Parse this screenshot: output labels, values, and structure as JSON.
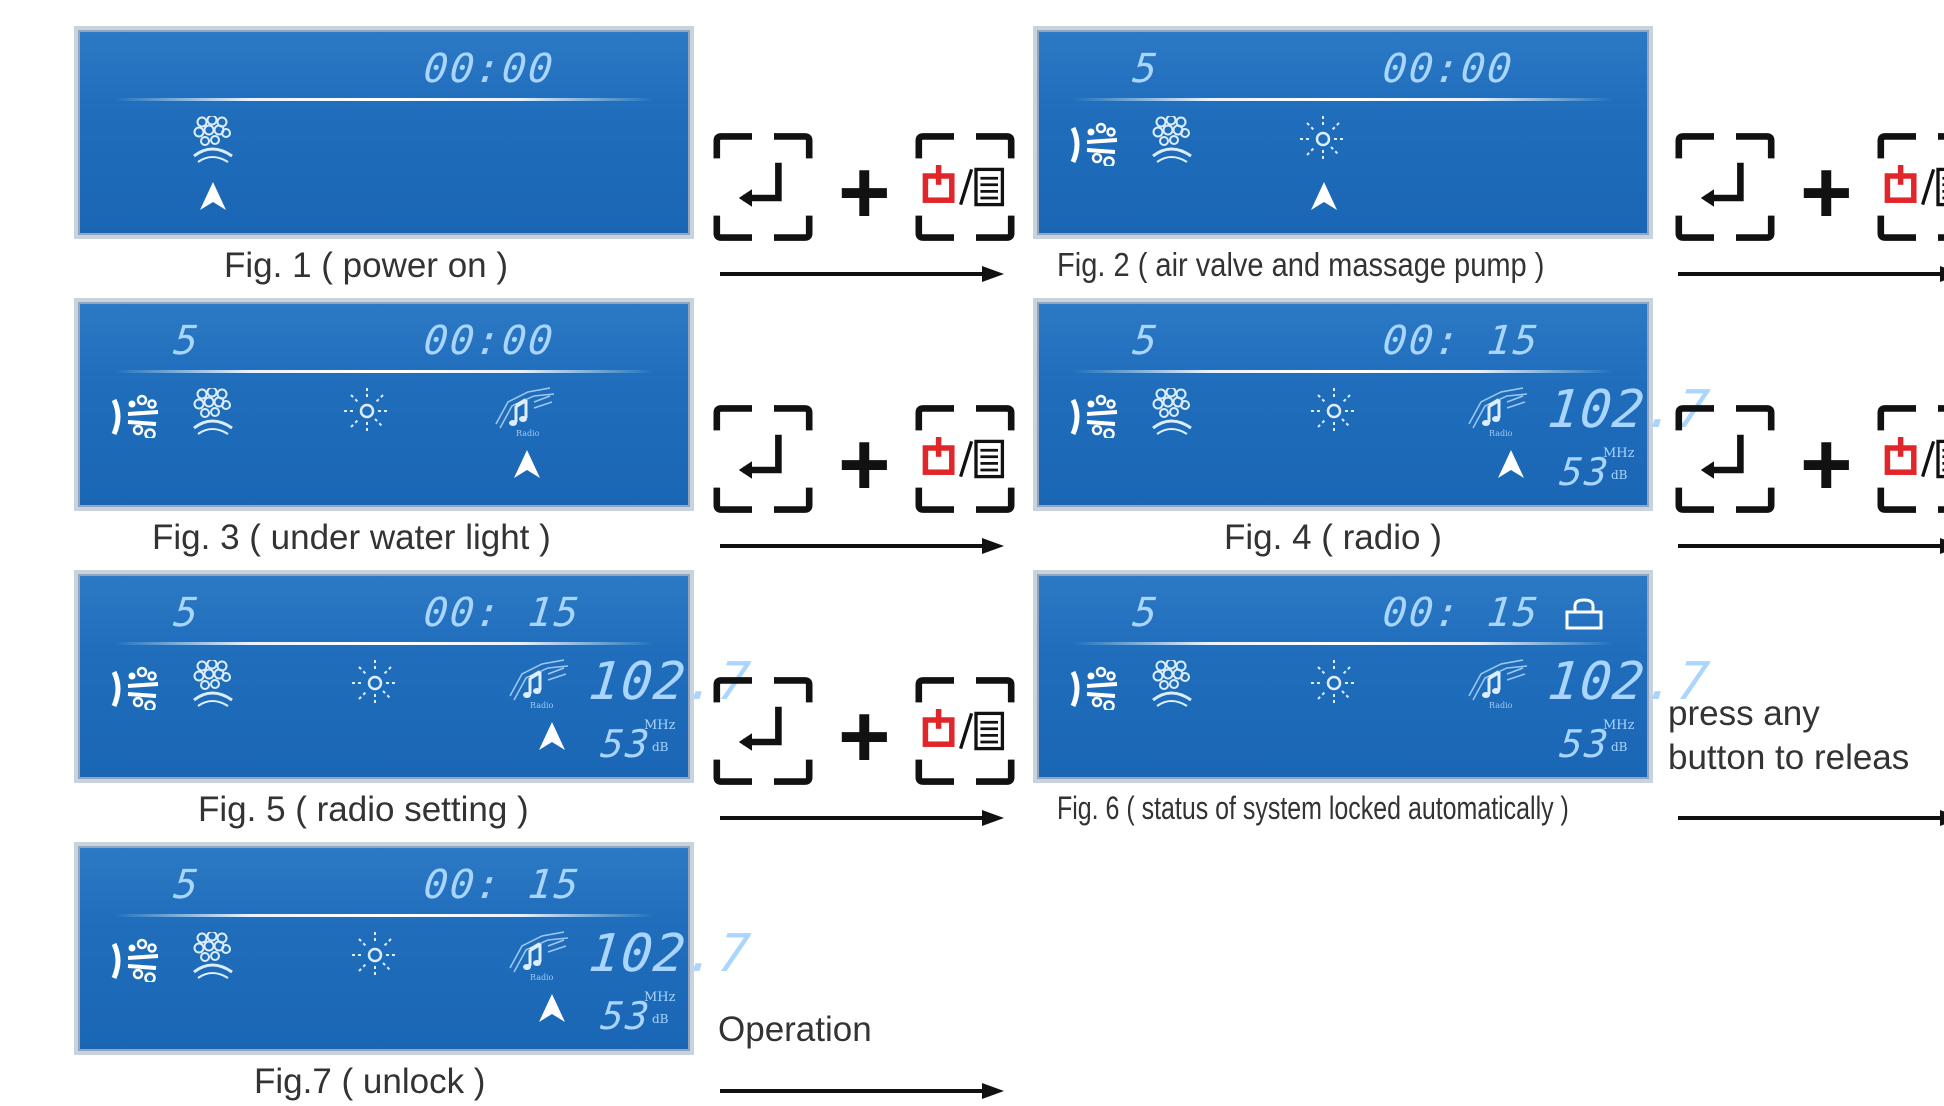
{
  "figures": [
    {
      "caption": "Fig. 1 ( power on )",
      "number": "",
      "time": "00:00",
      "freq": "",
      "freq_unit": "",
      "volume": "",
      "volume_unit": ""
    },
    {
      "caption": "Fig. 2 ( air valve and massage pump )",
      "number": "5",
      "time": "00:00",
      "freq": "",
      "freq_unit": "",
      "volume": "",
      "volume_unit": ""
    },
    {
      "caption": "Fig. 3  ( under water light )",
      "number": "5",
      "time": "00:00",
      "freq": "",
      "freq_unit": "",
      "volume": "",
      "volume_unit": ""
    },
    {
      "caption": "Fig. 4 ( radio )",
      "number": "5",
      "time": "00: 15",
      "freq": "102.7",
      "freq_unit": "MHz",
      "volume": "53",
      "volume_unit": "dB"
    },
    {
      "caption": "Fig. 5 ( radio setting )",
      "number": "5",
      "time": "00: 15",
      "freq": "102.7",
      "freq_unit": "MHz",
      "volume": "53",
      "volume_unit": "dB"
    },
    {
      "caption": "Fig. 6 ( status of system locked automatically )",
      "number": "5",
      "time": "00: 15",
      "freq": "102.7",
      "freq_unit": "MHz",
      "volume": "53",
      "volume_unit": "dB"
    },
    {
      "caption": "Fig.7 ( unlock )",
      "number": "5",
      "time": "00: 15",
      "freq": "102.7",
      "freq_unit": "MHz",
      "volume": "53",
      "volume_unit": "dB"
    }
  ],
  "transitions": {
    "plus": "+",
    "release_text_line1": "press any",
    "release_text_line2": "button to releas",
    "operation_label": "Operation"
  },
  "colors": {
    "lcd_blue": "#1f6dbb",
    "segment": "#a9d5ff",
    "power_red": "#e0262b",
    "ink": "#222222"
  },
  "icons": [
    "air-valve-icon",
    "massage-pump-icon",
    "underwater-light-icon",
    "radio-icon",
    "cursor-icon",
    "lock-icon",
    "enter-key-icon",
    "power-menu-key-icon"
  ]
}
